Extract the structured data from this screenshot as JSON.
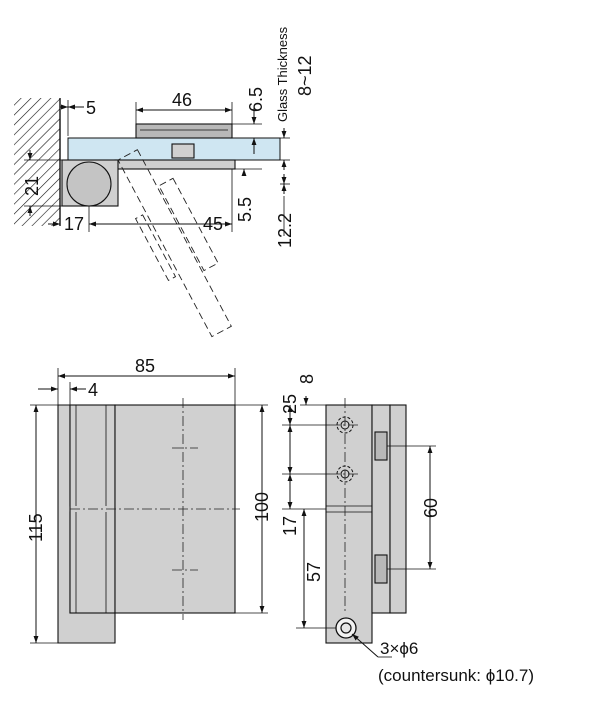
{
  "top_view": {
    "dims": {
      "d5": "5",
      "d46": "46",
      "d6_5": "6.5",
      "d21": "21",
      "d17": "17",
      "d45": "45",
      "d5_5": "5.5",
      "d12_2": "12.2"
    },
    "glass_label": "Glass Thickness",
    "glass_range": "8~12"
  },
  "front_view": {
    "dims": {
      "d85": "85",
      "d4": "4",
      "d115": "115",
      "d100": "100"
    }
  },
  "side_view": {
    "dims": {
      "d8": "8",
      "d25": "25",
      "d17": "17",
      "d57": "57",
      "d60": "60"
    },
    "hole_note": "3×ϕ6",
    "countersunk_note": "(countersunk: ϕ10.7)"
  },
  "colors": {
    "glass": "#cfe6f2",
    "part": "#d0d0d0"
  }
}
